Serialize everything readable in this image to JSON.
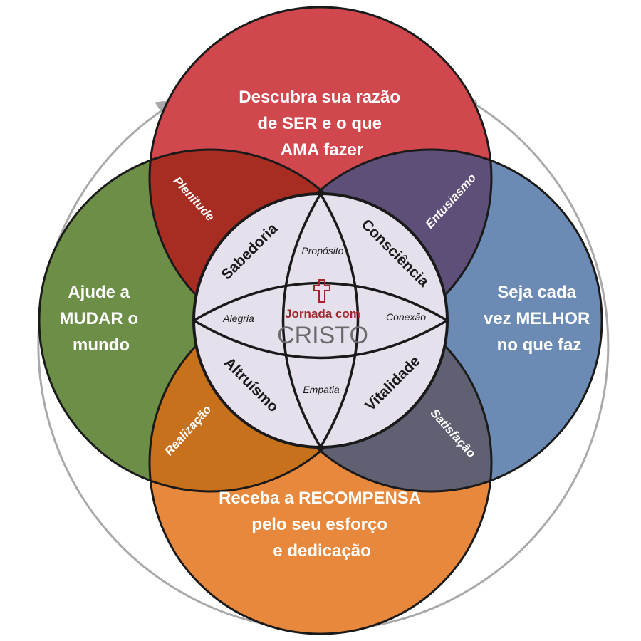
{
  "colors": {
    "top": "#d0474d",
    "left": "#6c8e47",
    "right": "#6b8bb5",
    "bottom": "#e8883c",
    "top_left": "#a72c22",
    "top_right": "#5e4f78",
    "bottom_left": "#c8711c",
    "bottom_right": "#5f6071",
    "center": "#e5e0ec",
    "arrow": "#a9a9a9",
    "cross": "#a0262b"
  },
  "circles": {
    "top": [
      "Descubra sua razão",
      "de SER e o que",
      "AMA fazer"
    ],
    "left": [
      "Ajude a",
      "MUDAR o",
      "mundo"
    ],
    "right": [
      "Seja cada",
      "vez MELHOR",
      "no que faz"
    ],
    "bottom": [
      "Receba a RECOMPENSA",
      "pelo seu esforço",
      "e dedicação"
    ]
  },
  "overlaps": {
    "top_left": "Plenitude",
    "top_right": "Entusiasmo",
    "bottom_left": "Realização",
    "bottom_right": "Satisfação"
  },
  "inner_quadrants": {
    "top_left": "Sabedoria",
    "top_right": "Consciência",
    "bottom_left": "Altruísmo",
    "bottom_right": "Vitalidade"
  },
  "inner_small": {
    "top": "Propósito",
    "left": "Alegria",
    "right": "Conexão",
    "bottom": "Empatia"
  },
  "center": {
    "line1": "Jornada com",
    "line2": "CRISTO",
    "icon": "cross-icon"
  }
}
